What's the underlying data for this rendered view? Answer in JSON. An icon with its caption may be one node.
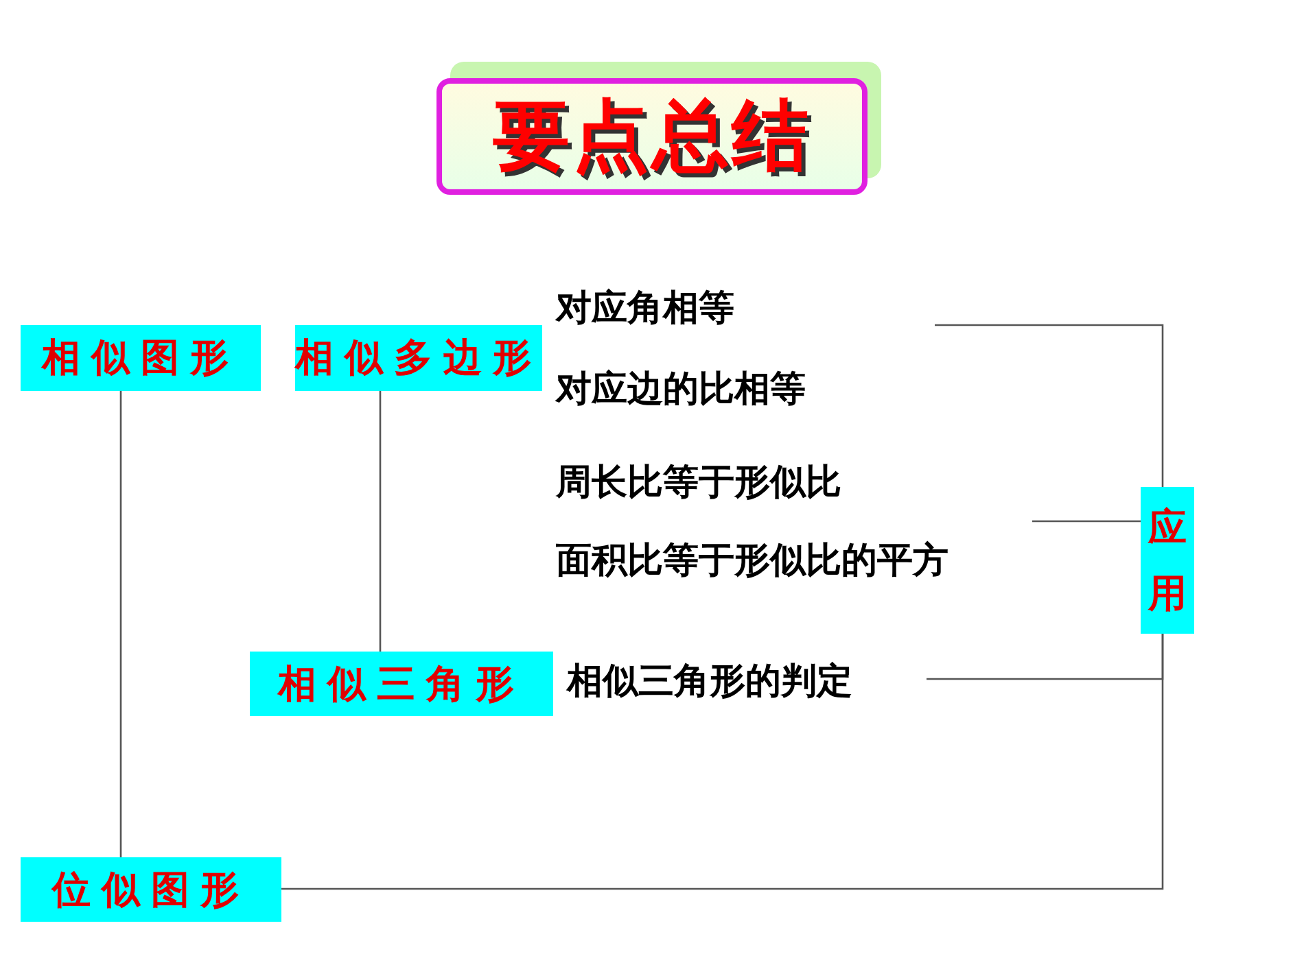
{
  "diagram": {
    "title": "要点总结",
    "nodes": [
      {
        "text": [
          "相似图形"
        ]
      },
      {
        "text": [
          "相似多边形"
        ]
      },
      {
        "text": [
          "相似三角形"
        ]
      },
      {
        "text": [
          "位似图形"
        ]
      },
      {
        "text": [
          "对应角相等"
        ]
      },
      {
        "text": [
          "对应边的比相等"
        ]
      },
      {
        "text": [
          "周长比等于形似比"
        ]
      },
      {
        "text": [
          "面积比等于形似比的平方"
        ]
      },
      {
        "text": [
          "相似三角形的判定"
        ]
      },
      {
        "text": [
          "应用"
        ]
      }
    ],
    "edges": [
      {
        "from": 0,
        "to": 3,
        "arrow": "none"
      },
      {
        "from": 1,
        "to": 2,
        "arrow": "none"
      },
      {
        "from": null,
        "to": 9,
        "arrow": "none"
      },
      {
        "from": null,
        "to": 9,
        "arrow": "none"
      },
      {
        "from": 8,
        "to": 9,
        "arrow": "none"
      },
      {
        "from": 3,
        "to": 9,
        "arrow": "none"
      }
    ]
  }
}
